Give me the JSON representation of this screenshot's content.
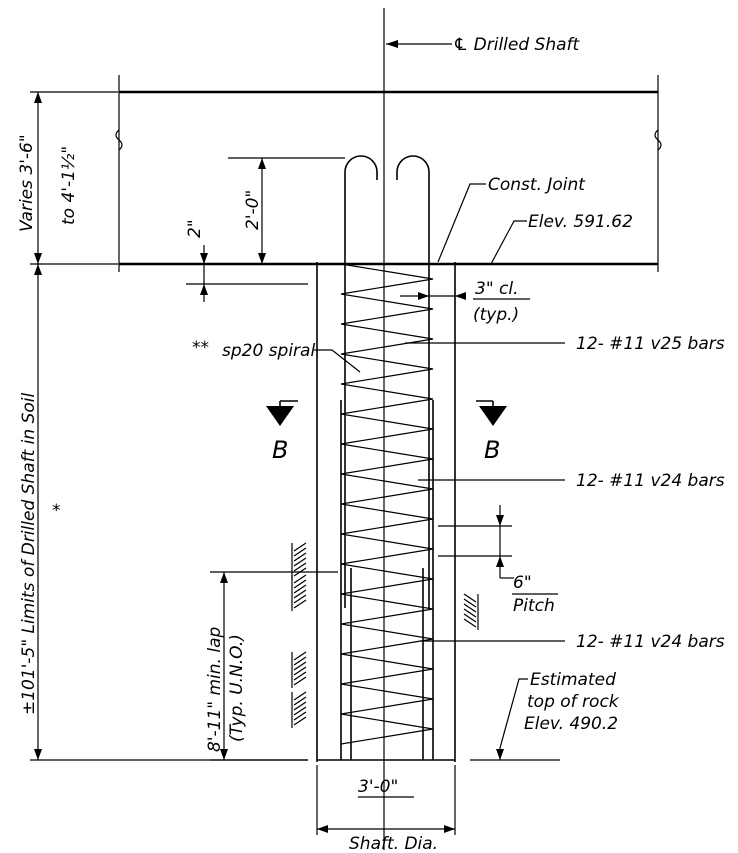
{
  "labels": {
    "centerline": "℄ Drilled Shaft",
    "varies_line1": "Varies 3'-6\"",
    "varies_line2": "to 4'-1½\"",
    "dim_2ft": "2'-0\"",
    "dim_2in": "2\"",
    "const_joint": "Const. Joint",
    "elev_top": "Elev. 591.62",
    "clear_cover_1": "3\" cl.",
    "clear_cover_2": "(typ.)",
    "spiral_mark": "**",
    "spiral": "sp20 spiral",
    "bars_v25": "12- #11 v25 bars",
    "bars_v24_upper": "12- #11 v24 bars",
    "bars_v24_lower": "12- #11 v24 bars",
    "section_left": "B",
    "section_right": "B",
    "limits": "±101'-5\" Limits of Drilled Shaft in Soil",
    "asterisk": "*",
    "pitch_value": "6\"",
    "pitch_label": "Pitch",
    "lap_line1": "8'-11\" min. lap",
    "lap_line2": "(Typ. U.N.O.)",
    "rock_1": "Estimated",
    "rock_2": "top of rock",
    "rock_3": "Elev. 490.2",
    "shaft_dia_value": "3'-0\"",
    "shaft_dia_label": "Shaft. Dia."
  }
}
